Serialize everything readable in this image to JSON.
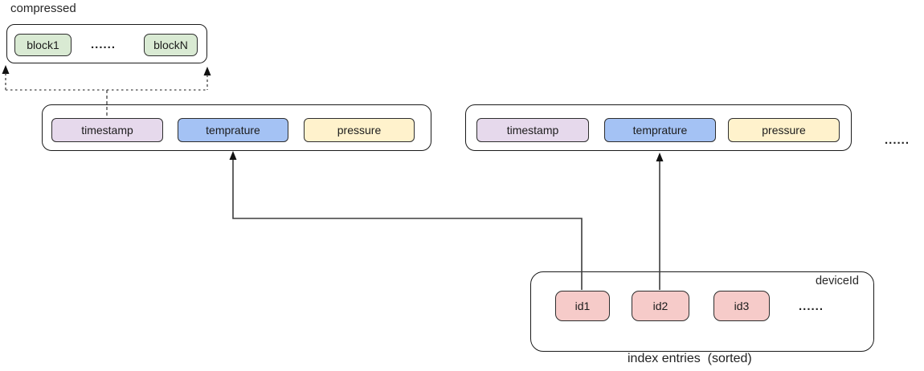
{
  "colors": {
    "block_green": "#d9ead3",
    "timestamp_purple": "#e6d9ec",
    "temperature_blue": "#a4c2f4",
    "pressure_yellow": "#fff2cc",
    "id_pink": "#f6cbc9",
    "line_dark": "#333333",
    "dashed_gray": "#8a8a8a"
  },
  "compressed": {
    "label": "compressed",
    "blocks": [
      "block1",
      "blockN"
    ],
    "ellipsis": "......"
  },
  "records": [
    {
      "fields": [
        "timestamp",
        "temprature",
        "pressure"
      ]
    },
    {
      "fields": [
        "timestamp",
        "temprature",
        "pressure"
      ]
    }
  ],
  "records_ellipsis": "......",
  "index": {
    "title": "deviceId",
    "entries": [
      "id1",
      "id2",
      "id3"
    ],
    "ellipsis": "......",
    "caption": "index entries  (sorted)"
  }
}
